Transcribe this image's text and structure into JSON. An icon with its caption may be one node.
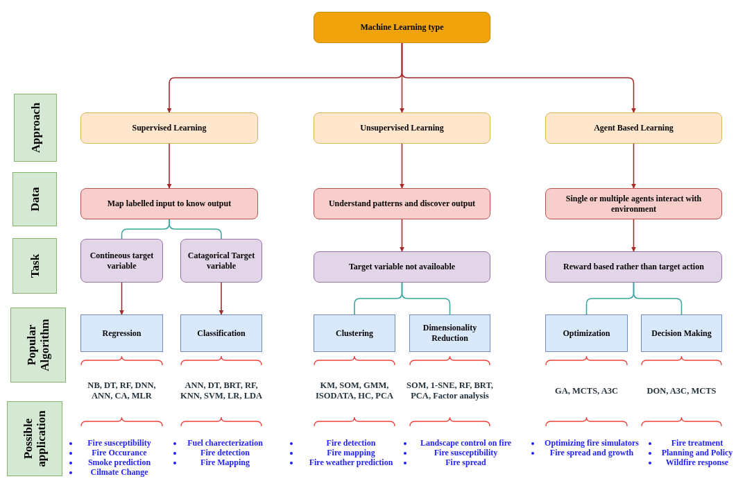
{
  "diagram": {
    "nodes": [
      {
        "text": [
          "Machine Learning type"
        ]
      },
      {
        "text": [
          "Approach"
        ]
      },
      {
        "text": [
          "Supervised Learning"
        ]
      },
      {
        "text": [
          "Unsupervised Learning"
        ]
      },
      {
        "text": [
          "Agent Based Learning"
        ]
      },
      {
        "text": [
          "Data"
        ]
      },
      {
        "text": [
          "Map labelled input to know output"
        ]
      },
      {
        "text": [
          "Understand patterns and discover output"
        ]
      },
      {
        "text": [
          "Single or multiple agents interact with environment"
        ]
      },
      {
        "text": [
          "Task"
        ]
      },
      {
        "text": [
          "Contineous target variable"
        ]
      },
      {
        "text": [
          "Catagorical Target variable"
        ]
      },
      {
        "text": [
          "Target variable not availoable"
        ]
      },
      {
        "text": [
          "Reward based rather than target action"
        ]
      },
      {
        "text": [
          "Popular Algorithm"
        ]
      },
      {
        "text": [
          "Regression"
        ]
      },
      {
        "text": [
          "Classification"
        ]
      },
      {
        "text": [
          "Clustering"
        ]
      },
      {
        "text": [
          "Dimensionality Reduction"
        ]
      },
      {
        "text": [
          "Optimization"
        ]
      },
      {
        "text": [
          "Decision Making"
        ]
      },
      {
        "text": [
          "Possible application"
        ]
      }
    ],
    "edges": [
      {
        "from": 0,
        "to": 2,
        "arrow": "to"
      },
      {
        "from": 0,
        "to": 3,
        "arrow": "to"
      },
      {
        "from": 0,
        "to": 4,
        "arrow": "to"
      },
      {
        "from": 2,
        "to": 6,
        "arrow": "to"
      },
      {
        "from": 3,
        "to": 7,
        "arrow": "to"
      },
      {
        "from": 4,
        "to": 8,
        "arrow": "to"
      },
      {
        "from": 6,
        "to": 10,
        "arrow": "none",
        "color": "#3aa6a0"
      },
      {
        "from": 6,
        "to": 11,
        "arrow": "none",
        "color": "#3aa6a0"
      },
      {
        "from": 7,
        "to": 12,
        "arrow": "to"
      },
      {
        "from": 8,
        "to": 13,
        "arrow": "to"
      },
      {
        "from": 10,
        "to": 15,
        "arrow": "to"
      },
      {
        "from": 11,
        "to": 16,
        "arrow": "to"
      },
      {
        "from": 12,
        "to": 17,
        "arrow": "none",
        "color": "#3aa6a0"
      },
      {
        "from": 12,
        "to": 18,
        "arrow": "none",
        "color": "#3aa6a0"
      },
      {
        "from": 13,
        "to": 19,
        "arrow": "none",
        "color": "#3aa6a0"
      },
      {
        "from": 13,
        "to": 20,
        "arrow": "none",
        "color": "#3aa6a0"
      }
    ],
    "labels": [
      "NB, DT, RF, DNN, ANN, CA, MLR",
      "ANN, DT, BRT, RF, KNN, SVM, LR, LDA",
      "KM, SOM, GMM, ISODATA, HC, PCA",
      "SOM, 1-SNE, RF, BRT, PCA, Factor analysis",
      "GA, MCTS, A3C",
      "DON, A3C, MCTS",
      "Fire susceptibility",
      "Fire Occurance",
      "Smoke prediction",
      "Cilmate Change",
      "Fuel charecterization",
      "Fire detection",
      "Fire Mapping",
      "Fire detection",
      "Fire mapping",
      "Fire weather prediction",
      "Landscape control on fire",
      "Fire susceptibility",
      "Fire spread",
      "Optimizing fire simulators",
      "Fire spread and growth",
      "Fire treatment",
      "Planning and Policy",
      "Wildfire response"
    ]
  }
}
